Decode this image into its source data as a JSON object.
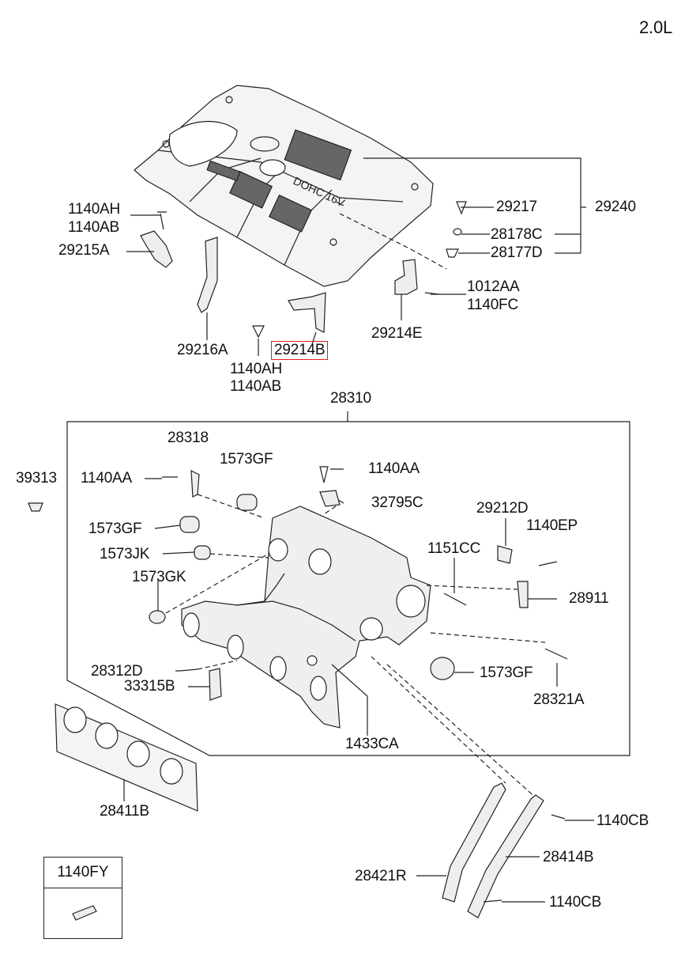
{
  "title": "2.0L",
  "highlight_color": "#e02020",
  "highlighted_part": "29214B",
  "labels": {
    "p1140AH_top": "1140AH",
    "p1140AB_top": "1140AB",
    "p29215A": "29215A",
    "p29216A": "29216A",
    "p29214B": "29214B",
    "p1140AH_mid": "1140AH",
    "p1140AB_mid": "1140AB",
    "p29217": "29217",
    "p28178C": "28178C",
    "p28177D": "28177D",
    "p29240": "29240",
    "p1012AA": "1012AA",
    "p1140FC": "1140FC",
    "p29214E": "29214E",
    "p28310": "28310",
    "p28318": "28318",
    "p1573GF_a": "1573GF",
    "p1140AA_left": "1140AA",
    "p39313": "39313",
    "p1140AA_right": "1140AA",
    "p32795C": "32795C",
    "p1573GF_b": "1573GF",
    "p1573JK": "1573JK",
    "p1573GK": "1573GK",
    "p29212D": "29212D",
    "p1140EP": "1140EP",
    "p1151CC": "1151CC",
    "p28911": "28911",
    "p28312D": "28312D",
    "p33315B": "33315B",
    "p1573GF_c": "1573GF",
    "p28321A": "28321A",
    "p1433CA": "1433CA",
    "p28411B": "28411B",
    "p1140CB_a": "1140CB",
    "p28414B": "28414B",
    "p28421R": "28421R",
    "p1140CB_b": "1140CB"
  },
  "legend": {
    "label": "1140FY"
  }
}
